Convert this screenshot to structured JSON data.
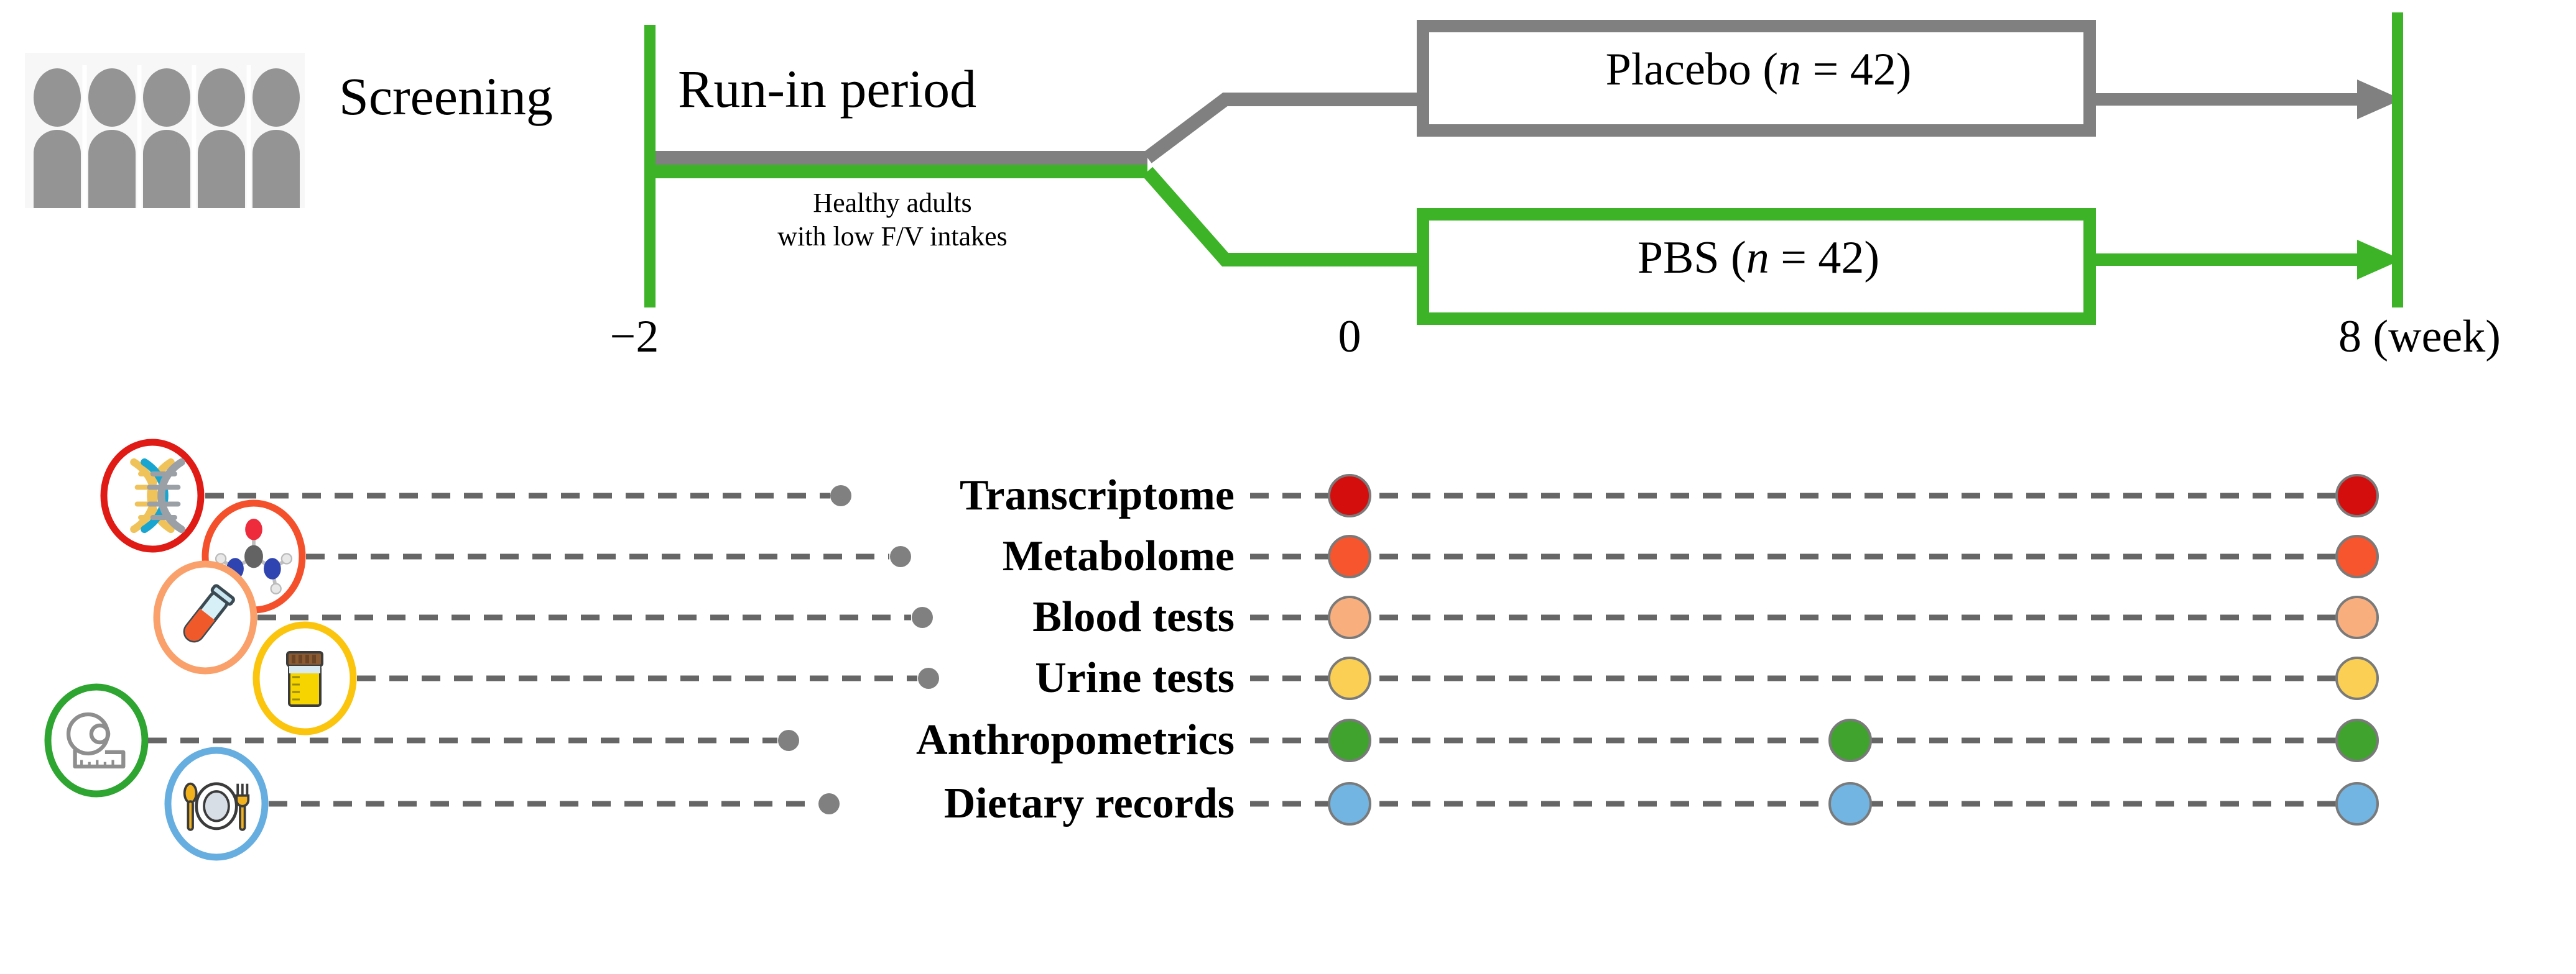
{
  "figure": {
    "type": "study-design-timeline",
    "participants_icon": "people-group-icon"
  },
  "timeline": {
    "screening_label": "Screening",
    "runin_label": "Run-in period",
    "runin_sublabel_line1": "Healthy adults",
    "runin_sublabel_line2": "with low F/V intakes",
    "arms": [
      {
        "name": "placebo",
        "label": "Placebo (n = 42)",
        "label_text": "Placebo (",
        "italic": "n",
        "label_tail": " = 42)",
        "n": 42,
        "color": "#808080"
      },
      {
        "name": "pbs",
        "label": "PBS (n = 42)",
        "label_text": "PBS (",
        "italic": "n",
        "label_tail": " = 42)",
        "n": 42,
        "color": "#3DB327"
      }
    ],
    "axis": {
      "ticks": [
        {
          "value": -2,
          "label": "−2"
        },
        {
          "value": 0,
          "label": "0"
        },
        {
          "value": 8,
          "label": "8 (week)"
        }
      ],
      "unit": "week"
    },
    "colors": {
      "gray": "#808080",
      "green": "#3DB327",
      "marker_green": "#2FA531"
    }
  },
  "assessments": {
    "timepoints": [
      0,
      4,
      8
    ],
    "rows": [
      {
        "label": "Transcriptome",
        "icon": "dna-icon",
        "ring_color": "#E01B16",
        "dot_color": "#D40D0D",
        "visits": [
          0,
          8
        ]
      },
      {
        "label": "Metabolome",
        "icon": "molecule-icon",
        "ring_color": "#F4502B",
        "dot_color": "#F7552E",
        "visits": [
          0,
          8
        ]
      },
      {
        "label": "Blood tests",
        "icon": "blood-tube-icon",
        "ring_color": "#F9A06B",
        "dot_color": "#F9AE7E",
        "visits": [
          0,
          8
        ]
      },
      {
        "label": "Urine tests",
        "icon": "urine-cup-icon",
        "ring_color": "#FBC40D",
        "dot_color": "#FACF53",
        "visits": [
          0,
          8
        ]
      },
      {
        "label": "Anthropometrics",
        "icon": "tape-measure-icon",
        "ring_color": "#2FA531",
        "dot_color": "#3FA32E",
        "visits": [
          0,
          4,
          8
        ]
      },
      {
        "label": "Dietary records",
        "icon": "plate-cutlery-icon",
        "ring_color": "#67AEE0",
        "dot_color": "#72B5E2",
        "visits": [
          0,
          4,
          8
        ]
      }
    ],
    "connector_color": "#666666",
    "connector_dot_color": "#808080"
  }
}
